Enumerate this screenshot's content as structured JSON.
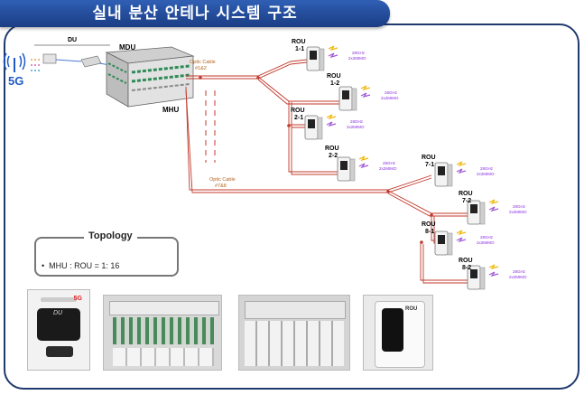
{
  "title": "실내 분산 안테나 시스템 구조",
  "labels": {
    "du": "DU",
    "mdu": "MDU",
    "mhu": "MHU",
    "fiveg": "5G",
    "optic1": "Optic Cable",
    "optic1_num": "#1&2",
    "optic2": "Optic Cable",
    "optic2_num": "#7&8"
  },
  "rous": [
    {
      "name1": "ROU",
      "name2": "1-1",
      "freq": "28GHz",
      "mimo": "2x2MIMO"
    },
    {
      "name1": "ROU",
      "name2": "1-2",
      "freq": "28GHz",
      "mimo": "2x2MIMO"
    },
    {
      "name1": "ROU",
      "name2": "2-1",
      "freq": "28GHz",
      "mimo": "2x2MIMO"
    },
    {
      "name1": "ROU",
      "name2": "2-2",
      "freq": "28GHz",
      "mimo": "2x2MIMO"
    },
    {
      "name1": "ROU",
      "name2": "7-1",
      "freq": "28GHz",
      "mimo": "2x2MIMO"
    },
    {
      "name1": "ROU",
      "name2": "7-2",
      "freq": "28GHz",
      "mimo": "2x2MIMO"
    },
    {
      "name1": "ROU",
      "name2": "8-1",
      "freq": "28GHz",
      "mimo": "2x2MIMO"
    },
    {
      "name1": "ROU",
      "name2": "8-2",
      "freq": "28GHz",
      "mimo": "2x2MIMO"
    }
  ],
  "topology": {
    "title": "Topology",
    "item": "MHU : ROU = 1: 16"
  },
  "photos": {
    "du_brand": "5G",
    "du_label": "DU",
    "rou_label": "ROU"
  }
}
